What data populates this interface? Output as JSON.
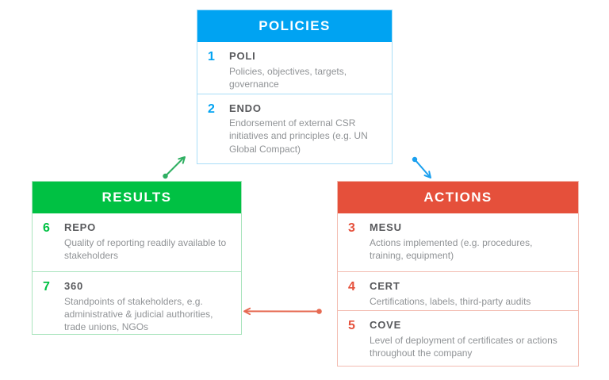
{
  "diagram": {
    "boxes": [
      {
        "id": "policies",
        "title": "POLICIES",
        "color": "#00A3F2",
        "items": [
          {
            "number": "1",
            "code": "POLI",
            "description": "Policies, objectives, targets, governance"
          },
          {
            "number": "2",
            "code": "ENDO",
            "description": "Endorsement of external CSR initiatives and principles (e.g. UN Global Compact)"
          }
        ]
      },
      {
        "id": "results",
        "title": "RESULTS",
        "color": "#00C143",
        "items": [
          {
            "number": "6",
            "code": "REPO",
            "description": "Quality of reporting readily available to stakeholders"
          },
          {
            "number": "7",
            "code": "360",
            "description": "Standpoints of stakeholders, e.g. administrative & judicial authorities, trade unions, NGOs"
          }
        ]
      },
      {
        "id": "actions",
        "title": "ACTIONS",
        "color": "#E5503B",
        "items": [
          {
            "number": "3",
            "code": "MESU",
            "description": "Actions implemented (e.g. procedures, training, equipment)"
          },
          {
            "number": "4",
            "code": "CERT",
            "description": "Certifications, labels, third-party audits"
          },
          {
            "number": "5",
            "code": "COVE",
            "description": "Level of deployment of certificates or actions throughout the company"
          }
        ]
      }
    ],
    "arrows": [
      {
        "name": "results-to-policies",
        "color": "#2FAF62"
      },
      {
        "name": "policies-to-actions",
        "color": "#1BA0EF"
      },
      {
        "name": "actions-to-results",
        "color": "#E66A52"
      }
    ]
  }
}
